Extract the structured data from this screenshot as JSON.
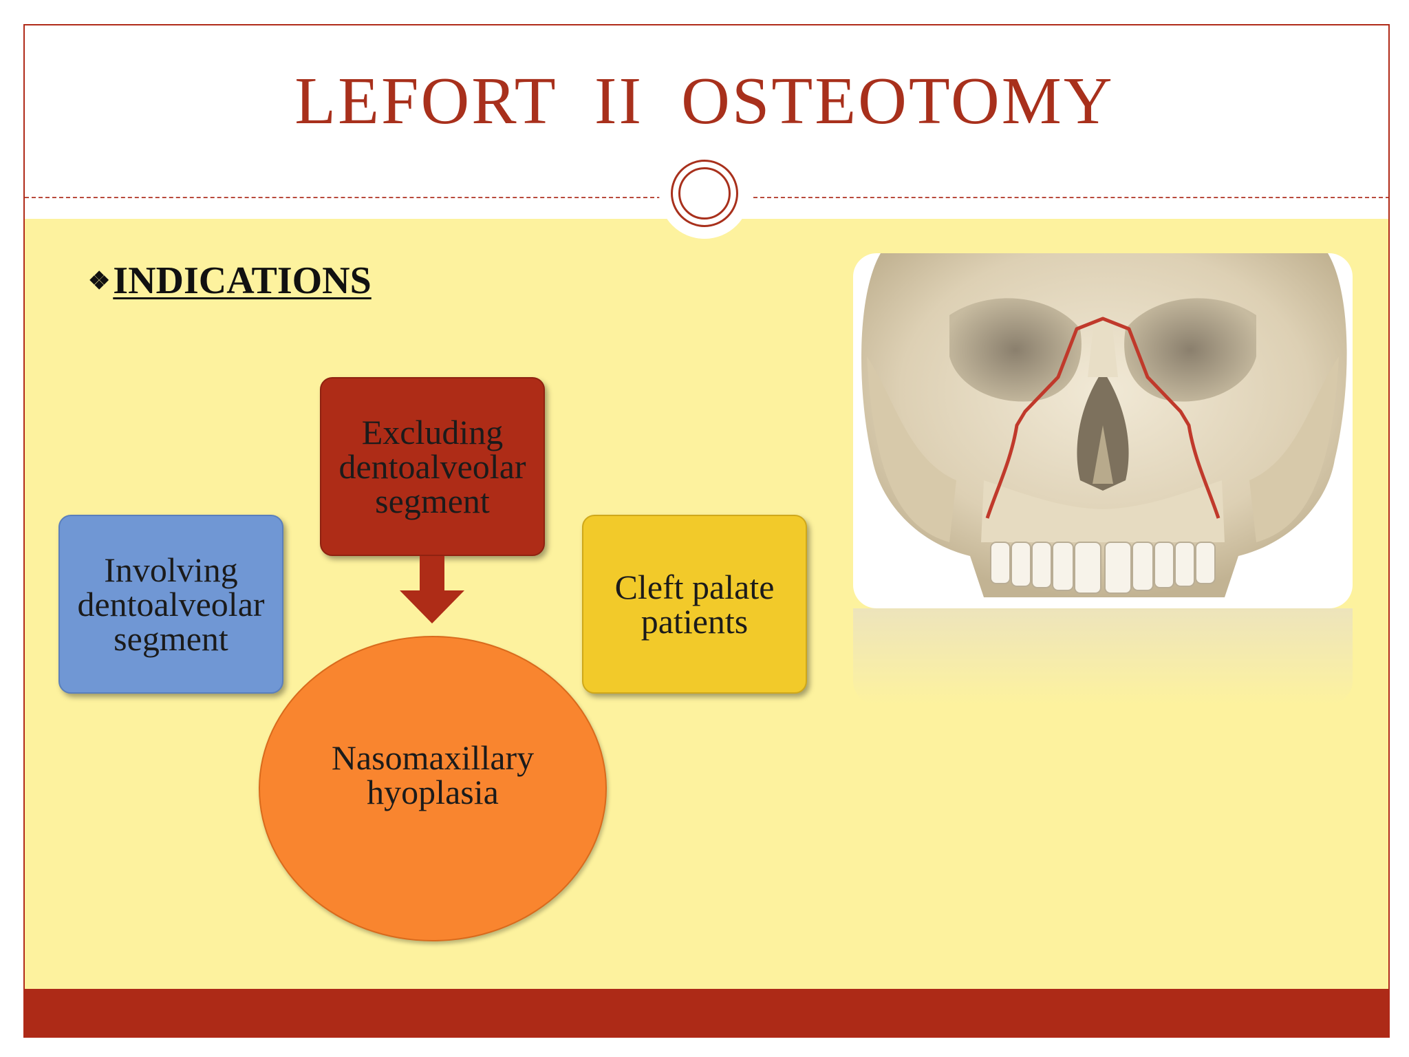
{
  "slide": {
    "title": "LEFORT  II  OSTEOTOMY",
    "section_bullet": "❖",
    "section_heading": "INDICATIONS"
  },
  "diagram": {
    "left_box": [
      "Involving",
      "dentoalveolar",
      "segment"
    ],
    "top_box": [
      "Excluding",
      "dentoalveolar",
      "segment"
    ],
    "right_box": [
      "Cleft palate",
      "patients"
    ],
    "center": [
      "Nasomaxillary",
      "hyoplasia"
    ]
  },
  "colors": {
    "accent": "#ae2c17",
    "background_band": "#fdf29e",
    "left_box": "#7097d4",
    "top_box": "#ae2c17",
    "right_box": "#f2ca2a",
    "center": "#f9852f",
    "osteotomy_line": "#c0392b"
  },
  "image": {
    "icon": "skull-icon"
  }
}
